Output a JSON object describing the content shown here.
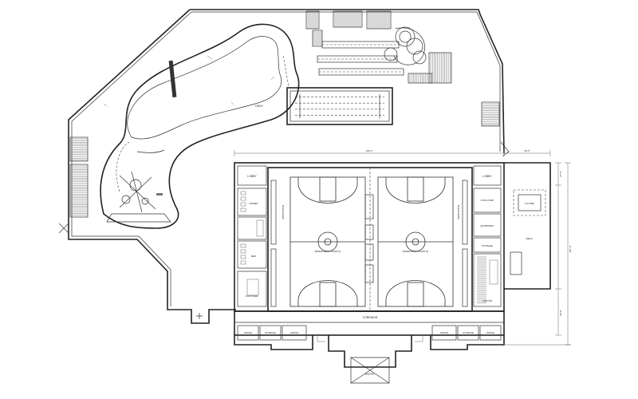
{
  "drawing": {
    "courts": [
      {
        "label": "BASKETBALL COURT #1"
      },
      {
        "label": "BASKETBALL COURT #2"
      }
    ],
    "room_labels": {
      "north_west": "LOBBY",
      "north_east": "LOBBY",
      "east_upper": "POOL PUMP",
      "east_mid": "EQUIPMENT",
      "east_low": "STORAGE",
      "east_small": "JANITOR",
      "west_upper": "WOMEN",
      "west_lower": "MEN",
      "west_small": "CUSTODIAL",
      "bleachers_w": "BLEACHERS",
      "bleachers_e": "BLEACHERS",
      "south_corridor": "CORRIDOR",
      "south_w1": "OFFICE",
      "south_w2": "STORAGE",
      "south_w3": "OFFICE",
      "south_e1": "OFFICE",
      "south_e2": "STORAGE",
      "south_e3": "OFFICE",
      "entry": "ENTRY",
      "pool_deck": "DECK",
      "future": "FUTURE",
      "mech": "MECH."
    },
    "dimensions": {
      "top": "164'-0\"",
      "top_right": "30'-0\"",
      "right_a": "37'-0\"",
      "right_b": "187'-0\"",
      "right_c": "60'-0\""
    }
  }
}
